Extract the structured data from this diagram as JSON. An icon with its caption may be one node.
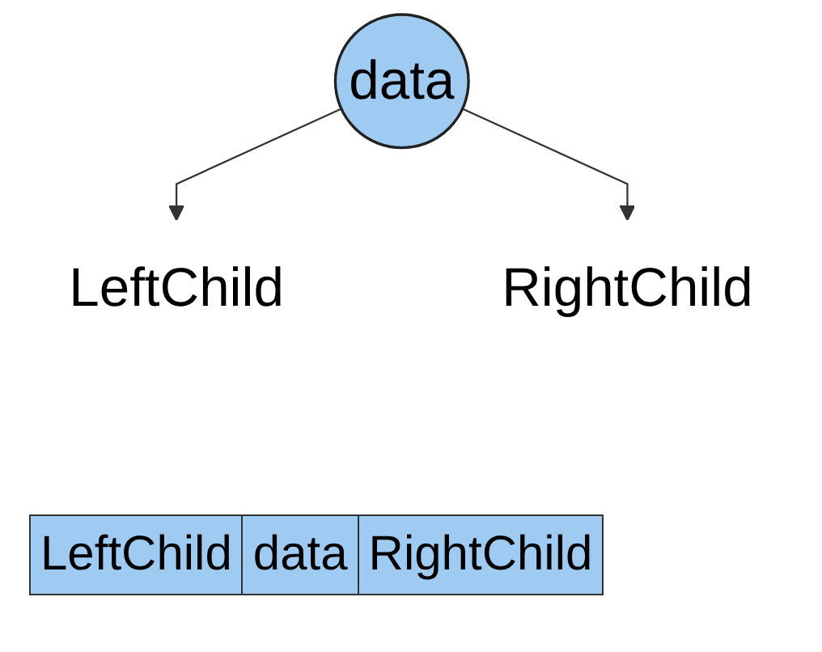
{
  "diagram": {
    "nodes": [
      {
        "text": [
          "data"
        ]
      },
      {
        "text": [
          "LeftChild"
        ]
      },
      {
        "text": [
          "RightChild"
        ]
      }
    ],
    "edges": [
      {
        "from": 0,
        "to": 1,
        "arrow": "to"
      },
      {
        "from": 0,
        "to": 2,
        "arrow": "to"
      }
    ],
    "labels": [
      "LeftChild",
      "data",
      "RightChild"
    ]
  }
}
